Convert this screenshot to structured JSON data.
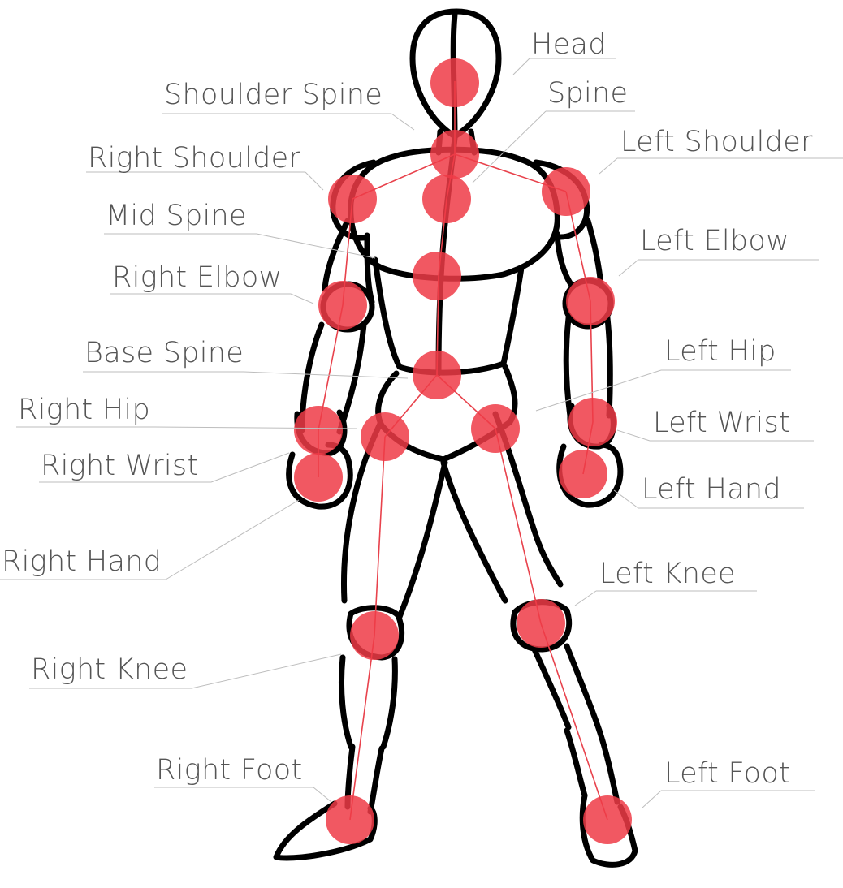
{
  "joints": {
    "head": {
      "label": "Head"
    },
    "shoulder_spine": {
      "label": "Shoulder Spine"
    },
    "spine": {
      "label": "Spine"
    },
    "right_shoulder": {
      "label": "Right Shoulder"
    },
    "left_shoulder": {
      "label": "Left Shoulder"
    },
    "mid_spine": {
      "label": "Mid Spine"
    },
    "left_elbow": {
      "label": "Left Elbow"
    },
    "right_elbow": {
      "label": "Right Elbow"
    },
    "base_spine": {
      "label": "Base Spine"
    },
    "left_hip": {
      "label": "Left Hip"
    },
    "right_hip": {
      "label": "Right Hip"
    },
    "left_wrist": {
      "label": "Left Wrist"
    },
    "right_wrist": {
      "label": "Right Wrist"
    },
    "left_hand": {
      "label": "Left Hand"
    },
    "right_hand": {
      "label": "Right Hand"
    },
    "left_knee": {
      "label": "Left Knee"
    },
    "right_knee": {
      "label": "Right Knee"
    },
    "right_foot": {
      "label": "Right Foot"
    },
    "left_foot": {
      "label": "Left Foot"
    }
  },
  "colors": {
    "joint": "#ef3b47",
    "bone": "#e8424c",
    "outline": "#000000",
    "label": "#555555",
    "leader": "#bdbdbd"
  }
}
